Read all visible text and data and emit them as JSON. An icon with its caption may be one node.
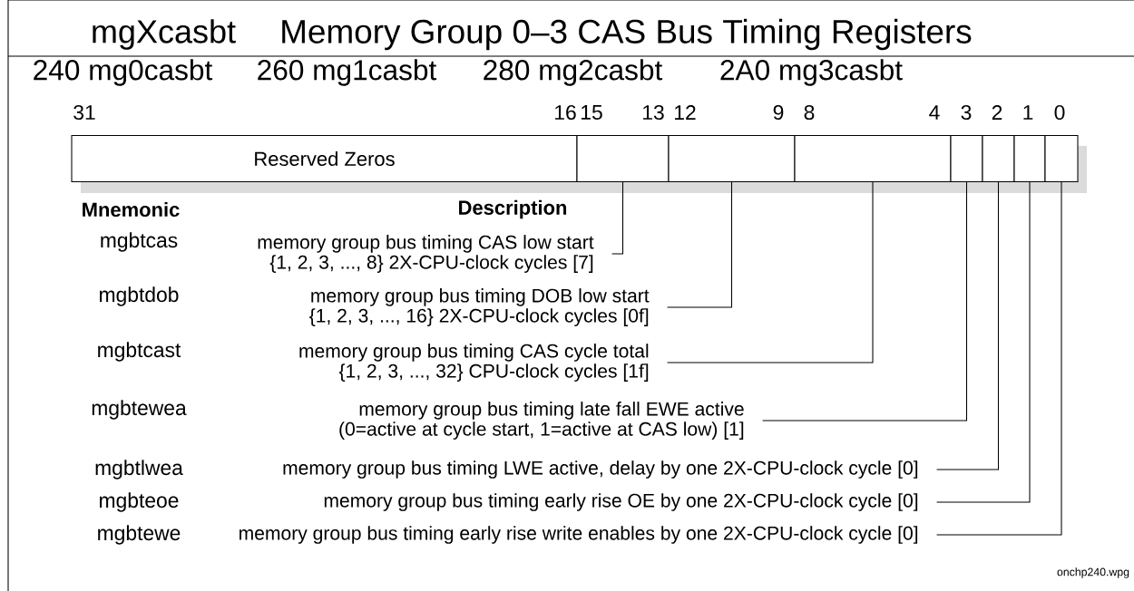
{
  "diagram": {
    "title": "Memory Group 0–3 CAS Bus Timing Registers",
    "nodes": [
      {
        "text": [
          "Reserved Zeros"
        ]
      },
      {
        "text": [],
        "shape": "box"
      },
      {
        "text": [],
        "shape": "box"
      },
      {
        "text": [],
        "shape": "box"
      },
      {
        "text": [],
        "shape": "box"
      },
      {
        "text": [],
        "shape": "box"
      },
      {
        "text": [],
        "shape": "box"
      },
      {
        "text": [],
        "shape": "box"
      },
      {
        "text": [
          "memory group bus timing CAS low start",
          "{1, 2, 3, ..., 8} 2X-CPU-clock cycles [7]"
        ]
      },
      {
        "text": [
          "memory group bus timing DOB low start",
          "{1, 2, 3, ..., 16} 2X-CPU-clock cycles [0f]"
        ]
      },
      {
        "text": [
          "memory group bus timing CAS cycle total",
          "{1, 2, 3, ..., 32} CPU-clock cycles [1f]"
        ]
      },
      {
        "text": [
          "memory group bus timing late fall EWE active",
          "(0=active at cycle start, 1=active at CAS low) [1]"
        ]
      },
      {
        "text": [
          "memory group bus timing LWE active, delay by one 2X-CPU-clock cycle [0]"
        ]
      },
      {
        "text": [
          "memory group bus timing early rise OE by one 2X-CPU-clock cycle [0]"
        ]
      },
      {
        "text": [
          "memory group bus timing early rise write enables by one 2X-CPU-clock cycle [0]"
        ]
      }
    ],
    "edges": [
      {
        "from": 8,
        "to": 1,
        "arrow": "none"
      },
      {
        "from": 9,
        "to": 2,
        "arrow": "none"
      },
      {
        "from": 10,
        "to": 3,
        "arrow": "none"
      },
      {
        "from": 11,
        "to": 4,
        "arrow": "none"
      },
      {
        "from": 12,
        "to": 5,
        "arrow": "none"
      },
      {
        "from": 13,
        "to": 6,
        "arrow": "none"
      },
      {
        "from": 14,
        "to": 7,
        "arrow": "none"
      }
    ],
    "labels": [
      "mgXcasbt",
      "240 mg0casbt",
      "260 mg1casbt",
      "280 mg2casbt",
      "2A0 mg3casbt",
      "31",
      "16",
      "15",
      "13",
      "12",
      "9",
      "8",
      "4",
      "3",
      "2",
      "1",
      "0",
      "Mnemonic",
      "Description",
      "mgbtcas",
      "mgbtdob",
      "mgbtcast",
      "mgbtewea",
      "mgbtlwea",
      "mgbteoe",
      "mgbtewe",
      "onchp240.wpg"
    ]
  }
}
